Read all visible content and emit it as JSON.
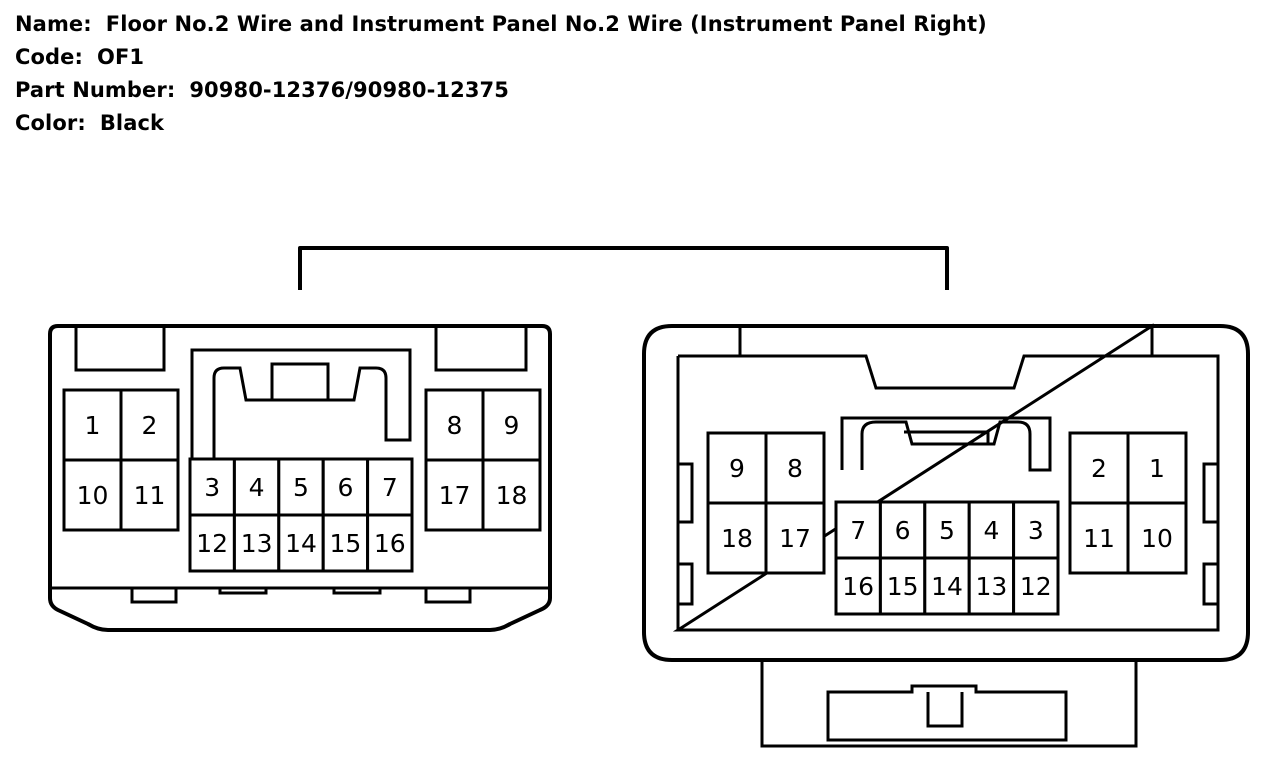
{
  "info": {
    "name_label": "Name:",
    "name_value": "Floor No.2 Wire and Instrument Panel No.2 Wire (Instrument Panel Right)",
    "code_label": "Code:",
    "code_value": "OF1",
    "part_label": "Part Number:",
    "part_value": "90980-12376/90980-12375",
    "color_label": "Color:",
    "color_value": "Black"
  },
  "connectors": {
    "left": {
      "left_block": [
        "1",
        "2",
        "10",
        "11"
      ],
      "center_block": [
        "3",
        "4",
        "5",
        "6",
        "7",
        "12",
        "13",
        "14",
        "15",
        "16"
      ],
      "right_block": [
        "8",
        "9",
        "17",
        "18"
      ]
    },
    "right": {
      "left_block": [
        "9",
        "8",
        "18",
        "17"
      ],
      "center_block": [
        "7",
        "6",
        "5",
        "4",
        "3",
        "16",
        "15",
        "14",
        "13",
        "12"
      ],
      "right_block": [
        "2",
        "1",
        "11",
        "10"
      ]
    }
  }
}
